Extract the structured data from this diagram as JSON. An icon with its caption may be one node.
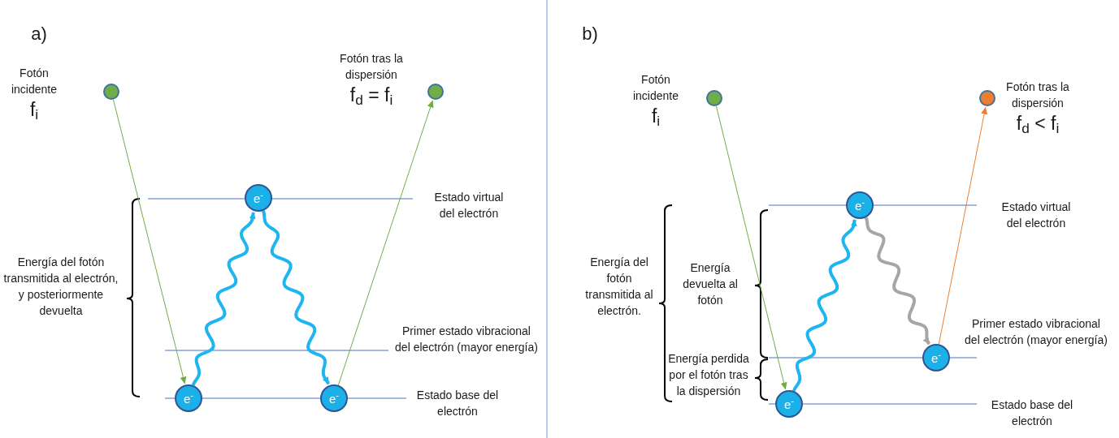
{
  "diagram": {
    "nodes": [
      {
        "text": [],
        "shape": "circle",
        "beside": [
          "Fotón incidente",
          "f$_{i}$"
        ]
      },
      {
        "text": [],
        "shape": "circle",
        "beside": [
          "Fotón tras la dispersión",
          "f$_{d}$ = f$_{i}$"
        ]
      },
      {
        "text": [
          "e$^{-}$"
        ]
      },
      {
        "text": [
          "e$^{-}$"
        ]
      },
      {
        "text": [
          "e$^{-}$"
        ]
      },
      {
        "text": [],
        "shape": "circle",
        "beside": [
          "Fotón incidente",
          "f$_{i}$"
        ]
      },
      {
        "text": [],
        "shape": "circle",
        "beside": [
          "Fotón tras la dispersión",
          "f$_{d}$ < f$_{i}$"
        ]
      },
      {
        "text": [
          "e$^{-}$"
        ]
      },
      {
        "text": [
          "e$^{-}$"
        ]
      },
      {
        "text": [
          "e$^{-}$"
        ]
      }
    ],
    "edges": [
      {
        "from": 0,
        "to": 3,
        "arrow": "to",
        "color": "#70ad47"
      },
      {
        "from": 3,
        "to": 2,
        "arrow": "to",
        "style": "thick",
        "color": "#1fb5ef"
      },
      {
        "from": 2,
        "to": 4,
        "arrow": "to",
        "style": "thick",
        "color": "#1fb5ef"
      },
      {
        "from": 4,
        "to": 1,
        "arrow": "to",
        "color": "#70ad47"
      },
      {
        "from": 5,
        "to": 9,
        "arrow": "to",
        "color": "#70ad47"
      },
      {
        "from": 9,
        "to": 7,
        "arrow": "to",
        "style": "thick",
        "color": "#1fb5ef"
      },
      {
        "from": 7,
        "to": 8,
        "arrow": "to",
        "style": "thick",
        "color": "#a6a6a6"
      },
      {
        "from": 8,
        "to": 6,
        "arrow": "to",
        "color": "#ed7d31"
      }
    ],
    "labels": [
      "a)",
      "b)",
      "Estado virtual del electrón",
      "Primer estado vibracional del electrón (mayor energía)",
      "Estado base del electrón",
      "Energía del fotón transmitida al electrón, y posteriormente devuelta",
      "Energía del fotón transmitida al electrón.",
      "Energía devuelta al fotón",
      "Energía perdida por el fotón tras la dispersión",
      "Estado virtual del electrón",
      "Primer estado vibracional del electrón (mayor energía)",
      "Estado base del electrón"
    ]
  }
}
